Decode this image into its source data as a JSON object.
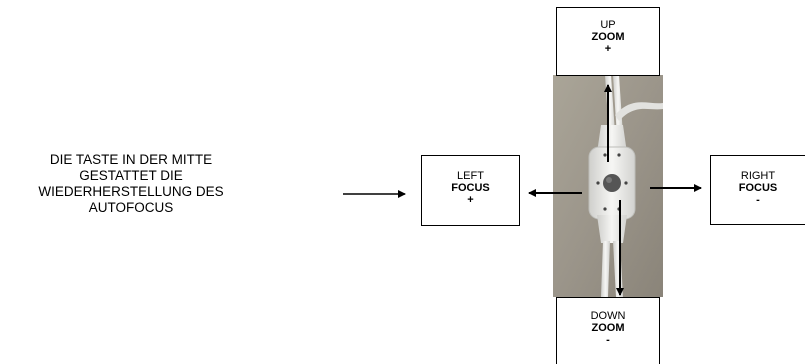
{
  "note": {
    "lines": [
      "DIE TASTE IN DER MITTE",
      "GESTATTET DIE",
      "WIEDERHERSTELLUNG DES",
      "AUTOFOCUS"
    ]
  },
  "labels": {
    "up": {
      "direction": "UP",
      "function": "ZOOM",
      "sign": "+"
    },
    "down": {
      "direction": "DOWN",
      "function": "ZOOM",
      "sign": "-"
    },
    "left": {
      "direction": "LEFT",
      "function": "FOCUS",
      "sign": "+"
    },
    "right": {
      "direction": "RIGHT",
      "function": "FOCUS",
      "sign": "-"
    }
  },
  "colors": {
    "arrow": "#000000",
    "photo_background": "#9a9488",
    "cable": "#ececea",
    "button": "#555555"
  }
}
